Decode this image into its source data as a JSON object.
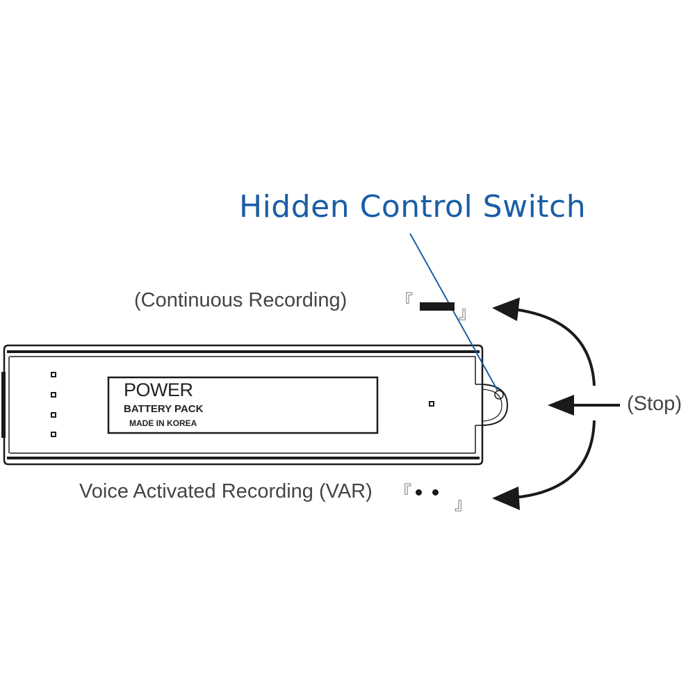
{
  "callout": {
    "title": "Hidden Control Switch",
    "color": "#1a5da6"
  },
  "modes": {
    "continuous": {
      "label": "(Continuous Recording)",
      "bracket_open": "『",
      "bracket_close": "』",
      "mark": "dash"
    },
    "stop": {
      "label": "(Stop)"
    },
    "var": {
      "label": "Voice Activated Recording (VAR)",
      "bracket_open": "『",
      "bracket_close": "』",
      "mark": "two-dots"
    }
  },
  "device": {
    "brand": "POWER",
    "subtitle": "BATTERY PACK",
    "origin": "MADE IN KOREA"
  }
}
